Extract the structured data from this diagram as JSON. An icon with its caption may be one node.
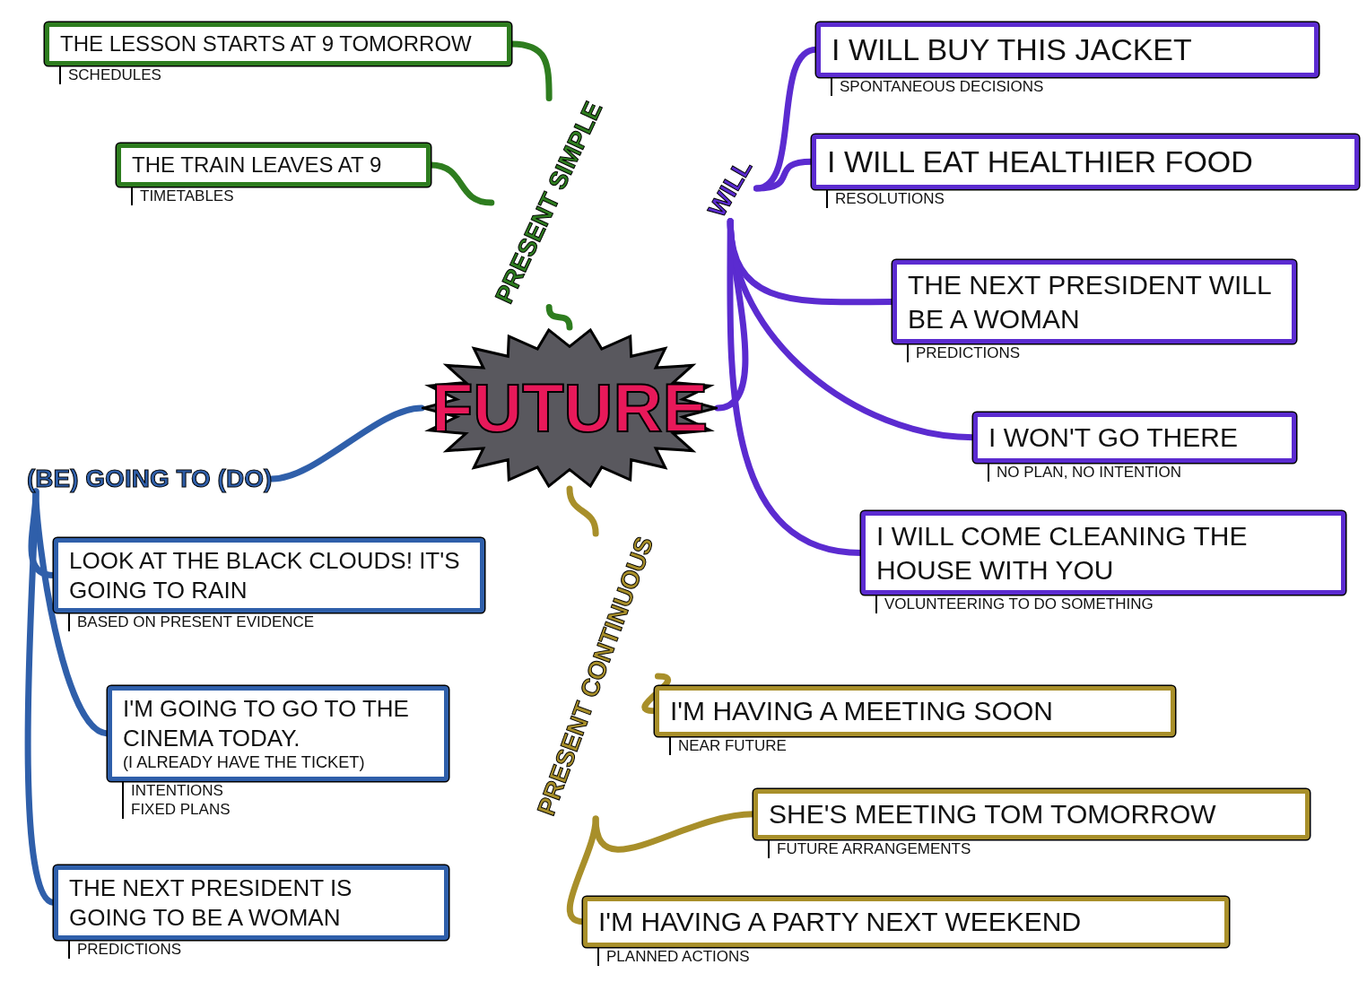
{
  "diagram": {
    "nodes": [
      {
        "text": [
          "FUTURE"
        ]
      },
      {
        "text": [
          "PRESENT SIMPLE"
        ]
      },
      {
        "text": [
          "THE LESSON STARTS AT 9 TOMORROW"
        ],
        "beside": [
          "SCHEDULES"
        ]
      },
      {
        "text": [
          "THE TRAIN LEAVES AT 9"
        ],
        "beside": [
          "TIMETABLES"
        ]
      },
      {
        "text": [
          "WILL"
        ]
      },
      {
        "text": [
          "I WILL BUY THIS JACKET"
        ],
        "beside": [
          "SPONTANEOUS DECISIONS"
        ]
      },
      {
        "text": [
          "I WILL EAT HEALTHIER FOOD"
        ],
        "beside": [
          "RESOLUTIONS"
        ]
      },
      {
        "text": [
          "THE NEXT PRESIDENT WILL BE A WOMAN"
        ],
        "beside": [
          "PREDICTIONS"
        ]
      },
      {
        "text": [
          "I WON'T GO THERE"
        ],
        "beside": [
          "NO PLAN, NO INTENTION"
        ]
      },
      {
        "text": [
          "I WILL COME CLEANING THE HOUSE WITH YOU"
        ],
        "beside": [
          "VOLUNTEERING TO DO SOMETHING"
        ]
      },
      {
        "text": [
          "(BE) GOING TO (DO)"
        ]
      },
      {
        "text": [
          "LOOK AT THE BLACK CLOUDS! IT'S GOING TO RAIN"
        ],
        "beside": [
          "BASED ON PRESENT EVIDENCE"
        ]
      },
      {
        "text": [
          "I'M GOING TO GO TO THE CINEMA TODAY.",
          "(I ALREADY HAVE THE TICKET)"
        ],
        "beside": [
          "INTENTIONS",
          "FIXED PLANS"
        ]
      },
      {
        "text": [
          "THE NEXT PRESIDENT IS GOING TO BE A WOMAN"
        ],
        "beside": [
          "PREDICTIONS"
        ]
      },
      {
        "text": [
          "PRESENT CONTINUOUS"
        ]
      },
      {
        "text": [
          "I'M HAVING A MEETING SOON"
        ],
        "beside": [
          "NEAR FUTURE"
        ]
      },
      {
        "text": [
          "SHE'S MEETING TOM TOMORROW"
        ],
        "beside": [
          "FUTURE ARRANGEMENTS"
        ]
      },
      {
        "text": [
          "I'M HAVING A PARTY NEXT WEEKEND"
        ],
        "beside": [
          "PLANNED ACTIONS"
        ]
      }
    ],
    "edges": [
      {
        "from": 0,
        "to": 1,
        "arrow": "none",
        "color": "#2e7d1f"
      },
      {
        "from": 1,
        "to": 2,
        "arrow": "none",
        "color": "#2e7d1f"
      },
      {
        "from": 1,
        "to": 3,
        "arrow": "none",
        "color": "#2e7d1f"
      },
      {
        "from": 0,
        "to": 4,
        "arrow": "none",
        "color": "#5b2bd0"
      },
      {
        "from": 4,
        "to": 5,
        "arrow": "none",
        "color": "#5b2bd0"
      },
      {
        "from": 4,
        "to": 6,
        "arrow": "none",
        "color": "#5b2bd0"
      },
      {
        "from": 4,
        "to": 7,
        "arrow": "none",
        "color": "#5b2bd0"
      },
      {
        "from": 4,
        "to": 8,
        "arrow": "none",
        "color": "#5b2bd0"
      },
      {
        "from": 4,
        "to": 9,
        "arrow": "none",
        "color": "#5b2bd0"
      },
      {
        "from": 0,
        "to": 10,
        "arrow": "none",
        "color": "#2f5faa"
      },
      {
        "from": 10,
        "to": 11,
        "arrow": "none",
        "color": "#2f5faa"
      },
      {
        "from": 10,
        "to": 12,
        "arrow": "none",
        "color": "#2f5faa"
      },
      {
        "from": 10,
        "to": 13,
        "arrow": "none",
        "color": "#2f5faa"
      },
      {
        "from": 0,
        "to": 14,
        "arrow": "none",
        "color": "#a88f2a"
      },
      {
        "from": 14,
        "to": 15,
        "arrow": "none",
        "color": "#a88f2a"
      },
      {
        "from": 14,
        "to": 16,
        "arrow": "none",
        "color": "#a88f2a"
      },
      {
        "from": 14,
        "to": 17,
        "arrow": "none",
        "color": "#a88f2a"
      }
    ]
  }
}
